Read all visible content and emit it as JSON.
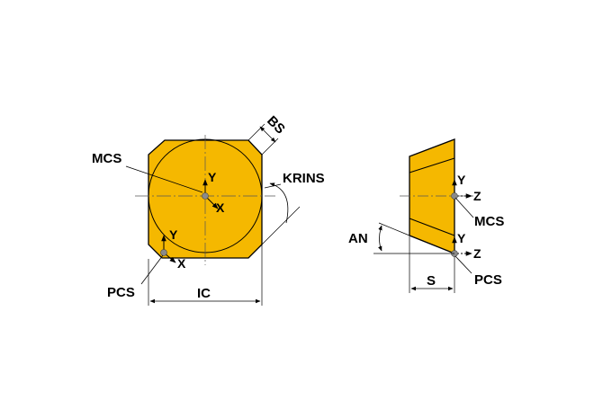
{
  "colors": {
    "insert_fill": "#f5b800",
    "outline": "#000000",
    "centerline": "#555555",
    "origin": "#8a8a8a",
    "background": "#ffffff"
  },
  "front_view": {
    "labels": {
      "bs": "BS",
      "krins": "KRINS",
      "mcs": "MCS",
      "pcs": "PCS",
      "ic": "IC"
    },
    "mcs_axes": {
      "y": "Y",
      "x": "X"
    },
    "pcs_axes": {
      "y": "Y",
      "x": "X"
    }
  },
  "side_view": {
    "labels": {
      "an": "AN",
      "s": "S",
      "mcs": "MCS",
      "pcs": "PCS"
    },
    "mcs_axes": {
      "y": "Y",
      "z": "Z"
    },
    "pcs_axes": {
      "y": "Y",
      "z": "Z"
    }
  }
}
